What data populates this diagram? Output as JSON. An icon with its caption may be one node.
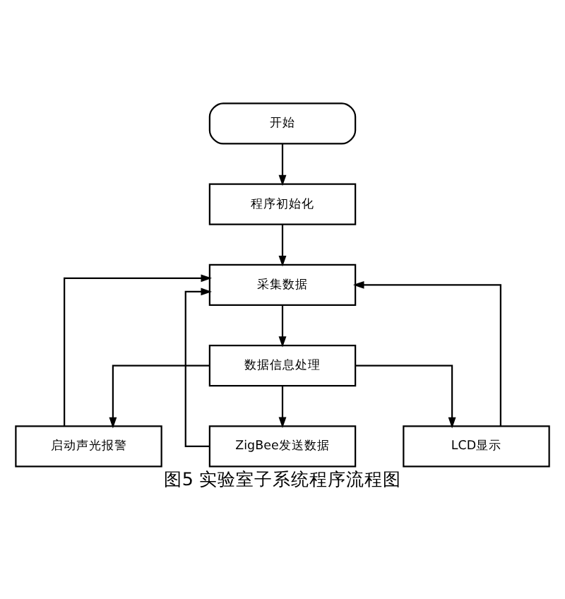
{
  "diagram": {
    "caption": "图5 实验室子系统程序流程图",
    "nodes": [
      {
        "text": [
          "开始"
        ]
      },
      {
        "text": [
          "程序初始化"
        ]
      },
      {
        "text": [
          "采集数据"
        ]
      },
      {
        "text": [
          "数据信息处理"
        ]
      },
      {
        "text": [
          "启动声光报警"
        ]
      },
      {
        "text": [
          "ZigBee发送数据"
        ]
      },
      {
        "text": [
          "LCD显示"
        ]
      }
    ],
    "edges": [
      {
        "from": 0,
        "to": 1,
        "arrow": "to"
      },
      {
        "from": 1,
        "to": 2,
        "arrow": "to"
      },
      {
        "from": 2,
        "to": 3,
        "arrow": "to"
      },
      {
        "from": 3,
        "to": 4,
        "arrow": "to"
      },
      {
        "from": 3,
        "to": 5,
        "arrow": "to"
      },
      {
        "from": 3,
        "to": 6,
        "arrow": "to"
      },
      {
        "from": 4,
        "to": 2,
        "arrow": "to"
      },
      {
        "from": 5,
        "to": 2,
        "arrow": "to"
      },
      {
        "from": 6,
        "to": 2,
        "arrow": "to"
      }
    ]
  }
}
